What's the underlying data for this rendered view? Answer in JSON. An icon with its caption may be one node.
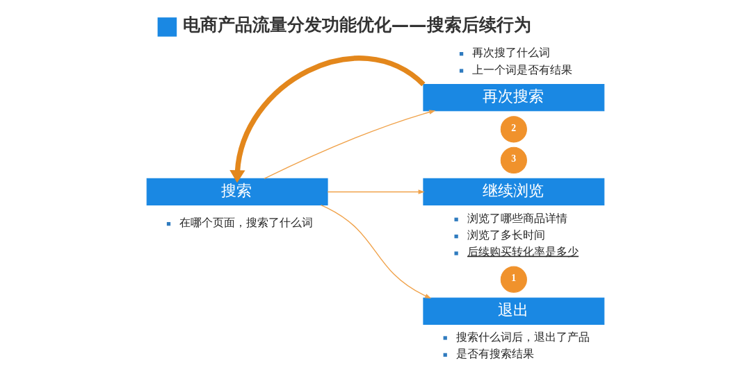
{
  "diagram": {
    "title": "电商产品流量分发功能优化——搜索后续行为",
    "nodes": [
      {
        "text": [
          "再次搜索"
        ],
        "beside": [
          "再次搜了什么词",
          "上一个词是否有结果"
        ]
      },
      {
        "text": [
          "2"
        ]
      },
      {
        "text": [
          "搜索"
        ],
        "beside": [
          "在哪个页面，搜索了什么词"
        ]
      },
      {
        "text": [
          "3"
        ]
      },
      {
        "text": [
          "继续浏览"
        ],
        "beside": [
          "浏览了哪些商品详情",
          "浏览了多长时间",
          "后续购买转化率是多少"
        ]
      },
      {
        "text": [
          "1"
        ]
      },
      {
        "text": [
          "退出"
        ],
        "beside": [
          "搜索什么词后，退出了产品",
          "是否有搜索结果"
        ]
      }
    ],
    "edges": [
      {
        "from": 2,
        "to": 6,
        "arrow": "to"
      },
      {
        "from": 2,
        "to": 0,
        "arrow": "to"
      },
      {
        "from": 2,
        "to": 4,
        "arrow": "to"
      },
      {
        "from": 0,
        "to": 2,
        "arrow": "to",
        "style": "thick"
      }
    ]
  }
}
